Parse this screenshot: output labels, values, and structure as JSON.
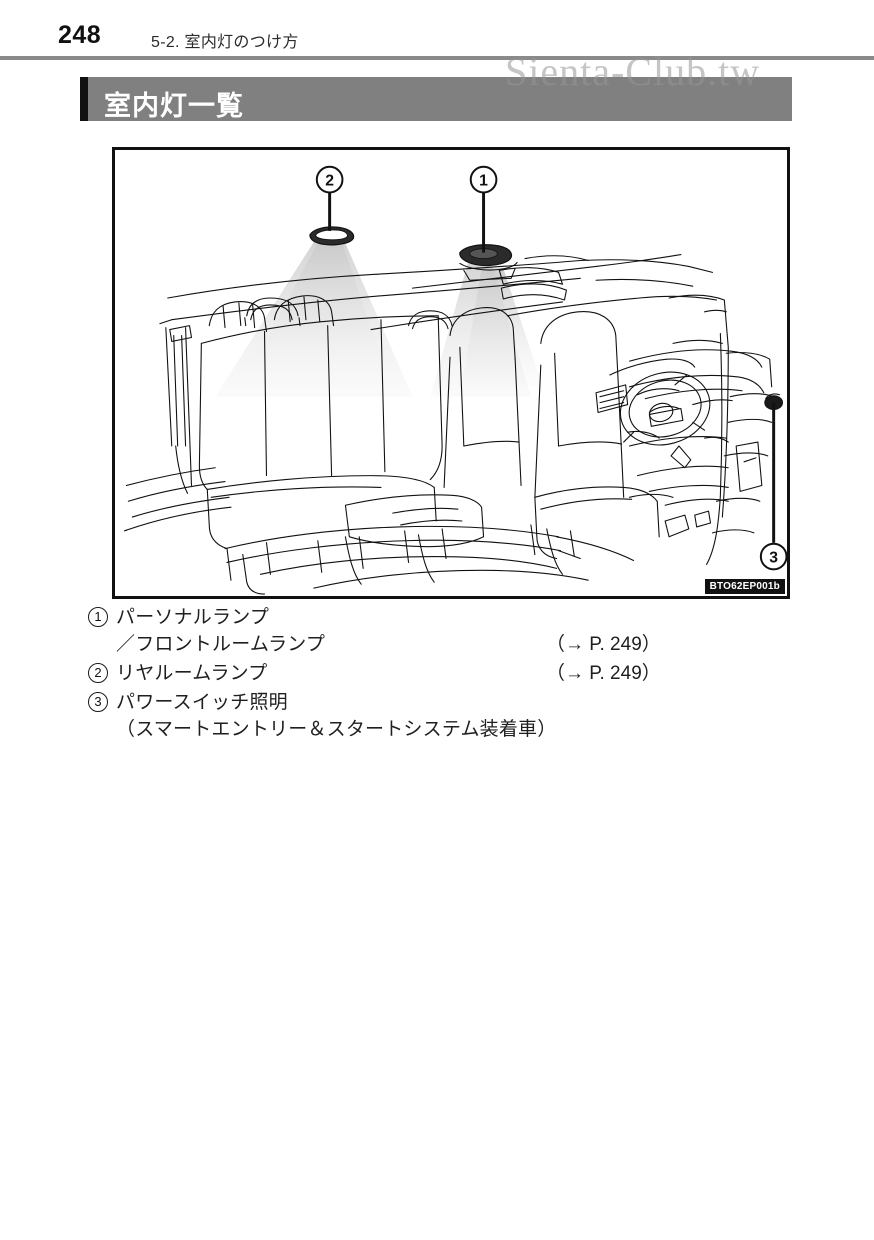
{
  "page": {
    "number": "248",
    "breadcrumb": "5-2. 室内灯のつけ方",
    "watermark": "Sienta-Club.tw"
  },
  "section": {
    "title": "室内灯一覧"
  },
  "figure": {
    "code": "BTO62EP001b",
    "alt": "車室内のイラスト／室内灯の位置",
    "callouts": [
      {
        "id": "1",
        "label": "1",
        "target": "front personal / room lamp"
      },
      {
        "id": "2",
        "label": "2",
        "target": "rear room lamp"
      },
      {
        "id": "3",
        "label": "3",
        "target": "power switch illumination"
      }
    ]
  },
  "legend": {
    "items": [
      {
        "marker": "1",
        "lines": [
          "パーソナルランプ",
          "／フロントルームランプ"
        ],
        "reference": "（→ P. 249）",
        "ref_line": 1
      },
      {
        "marker": "2",
        "lines": [
          "リヤルームランプ"
        ],
        "reference": "（→ P. 249）",
        "ref_line": 0
      },
      {
        "marker": "3",
        "lines": [
          "パワースイッチ照明",
          "（スマートエントリー＆スタートシステム装着車）"
        ],
        "reference": "",
        "ref_line": 0
      }
    ]
  },
  "colors": {
    "rule": "#8a8a8a",
    "title_band": "#808080",
    "title_edge": "#111111",
    "title_text": "#ffffff",
    "frame_border": "#111111",
    "line_art": "#111111",
    "light_cone": "#e3e3e3",
    "watermark": "#969696"
  }
}
